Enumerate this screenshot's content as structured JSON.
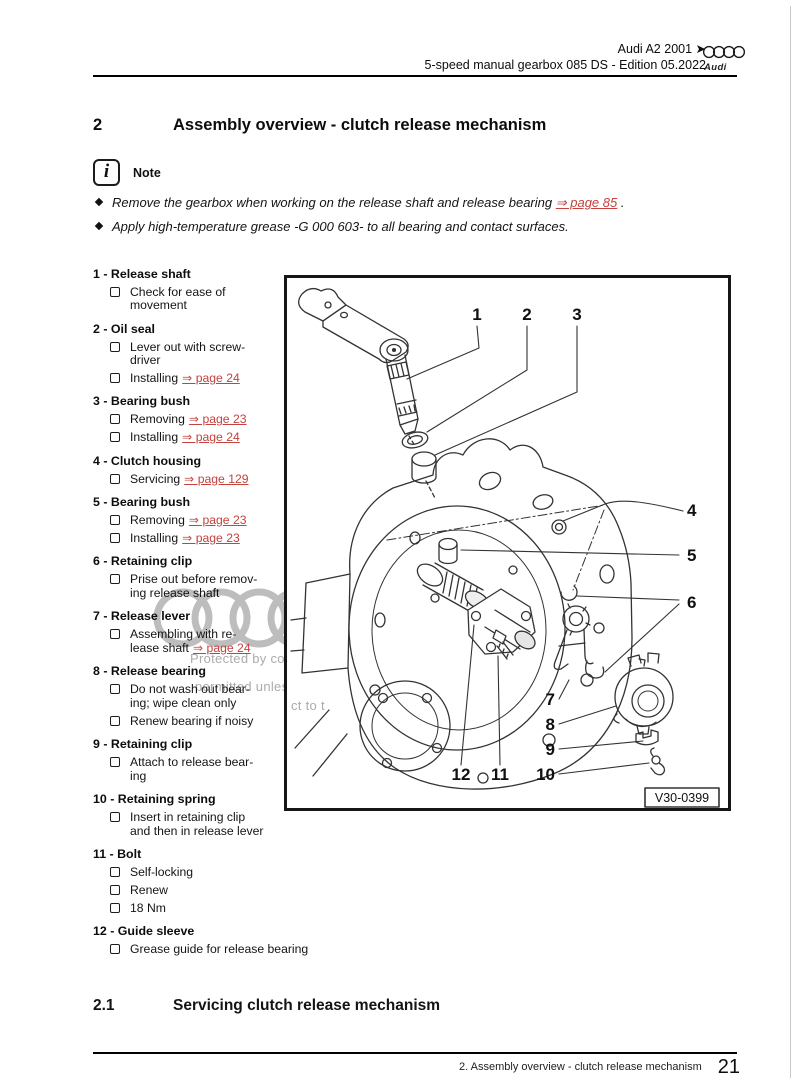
{
  "header": {
    "model_line": "Audi A2 2001 ➤",
    "doc_line": "5-speed manual gearbox 085 DS - Edition 05.2022",
    "brand": "Audi"
  },
  "section": {
    "number": "2",
    "title": "Assembly overview - clutch release mechanism"
  },
  "note": {
    "label": "Note",
    "bullets": [
      {
        "text": "Remove the gearbox when working on the release shaft and release bearing",
        "link": "⇒ page 85",
        "suffix": " ."
      },
      {
        "text": "Apply high-temperature grease -G 000 603- to all bearing and contact surfaces.",
        "link": "",
        "suffix": ""
      }
    ]
  },
  "parts": [
    {
      "num": "1",
      "name": "Release shaft",
      "items": [
        {
          "lines": "Check for ease of\nmovement",
          "link": ""
        }
      ]
    },
    {
      "num": "2",
      "name": "Oil seal",
      "items": [
        {
          "lines": "Lever out with screw-\ndriver",
          "link": ""
        },
        {
          "lines": "Installing",
          "link": "⇒ page 24"
        }
      ]
    },
    {
      "num": "3",
      "name": "Bearing bush",
      "items": [
        {
          "lines": "Removing",
          "link": "⇒ page 23"
        },
        {
          "lines": "Installing",
          "link": "⇒ page 24"
        }
      ]
    },
    {
      "num": "4",
      "name": "Clutch housing",
      "items": [
        {
          "lines": "Servicing",
          "link": "⇒ page 129"
        }
      ]
    },
    {
      "num": "5",
      "name": "Bearing bush",
      "items": [
        {
          "lines": "Removing",
          "link": "⇒ page 23"
        },
        {
          "lines": "Installing",
          "link": "⇒ page 23"
        }
      ]
    },
    {
      "num": "6",
      "name": "Retaining clip",
      "items": [
        {
          "lines": "Prise out before remov-\ning release shaft",
          "link": ""
        }
      ]
    },
    {
      "num": "7",
      "name": "Release lever",
      "items": [
        {
          "lines": "Assembling with re-\nlease shaft",
          "link": "⇒ page 24"
        }
      ]
    },
    {
      "num": "8",
      "name": "Release bearing",
      "items": [
        {
          "lines": "Do not wash out bear-\ning; wipe clean only",
          "link": ""
        },
        {
          "lines": "Renew bearing if noisy",
          "link": ""
        }
      ]
    },
    {
      "num": "9",
      "name": "Retaining clip",
      "items": [
        {
          "lines": "Attach to release bear-\ning",
          "link": ""
        }
      ]
    },
    {
      "num": "10",
      "name": "Retaining spring",
      "items": [
        {
          "lines": "Insert in retaining clip\nand then in release lever",
          "link": ""
        }
      ]
    },
    {
      "num": "11",
      "name": "Bolt",
      "items": [
        {
          "lines": "Self-locking",
          "link": ""
        },
        {
          "lines": "Renew",
          "link": ""
        },
        {
          "lines": "18 Nm",
          "link": ""
        }
      ]
    },
    {
      "num": "12",
      "name": "Guide sleeve",
      "items": [
        {
          "lines": "Grease guide for release bearing",
          "link": ""
        }
      ]
    }
  ],
  "figure": {
    "callouts": [
      "1",
      "2",
      "3",
      "4",
      "5",
      "6",
      "7",
      "8",
      "9",
      "10",
      "11",
      "12"
    ],
    "figure_id": "V30-0399"
  },
  "subsection": {
    "number": "2.1",
    "title": "Servicing clutch release mechanism"
  },
  "footer": {
    "chapter": "2. Assembly overview - clutch release mechanism",
    "page": "21"
  },
  "watermark": {
    "line1": "Protected by cop",
    "line2": "permitted unless",
    "line3": "ct to t"
  },
  "colors": {
    "link_red": "#c5423e",
    "text": "#111111",
    "watermark_gray": "#ababab",
    "rule_black": "#000000"
  }
}
